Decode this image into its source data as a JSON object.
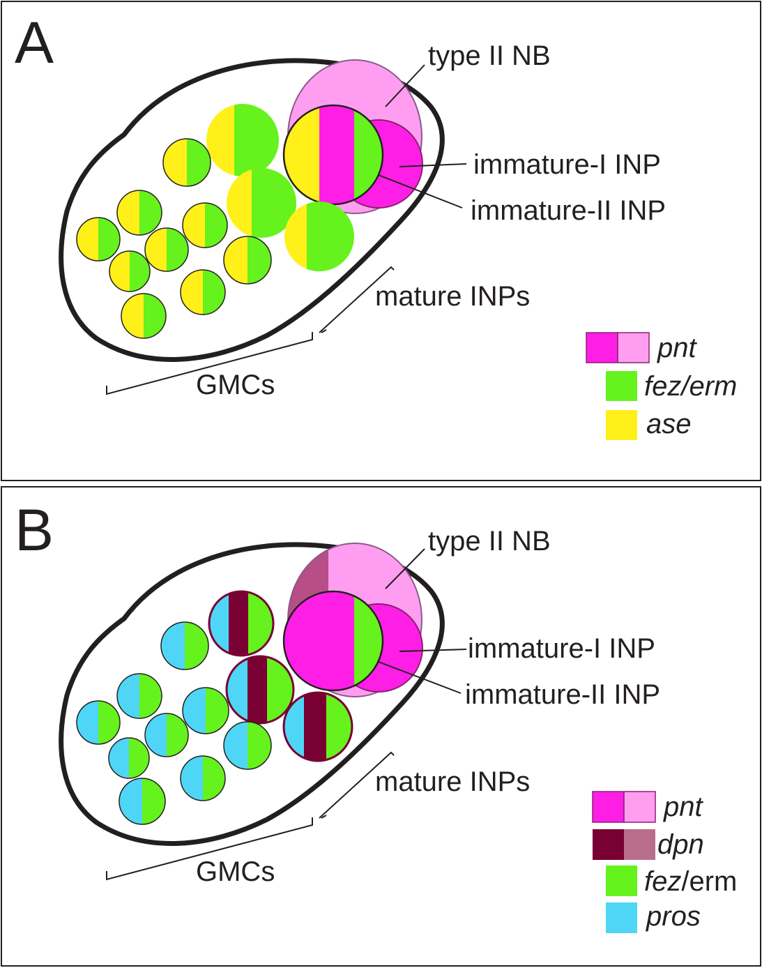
{
  "colors": {
    "pnt": "#ff1ee6",
    "pnt_light": "#ff9ef0",
    "fez_erm": "#66f21c",
    "ase": "#fff01a",
    "dpn": "#780032",
    "dpn_light": "#b86e8a",
    "pros": "#4fd6f7",
    "outline": "#231f20"
  },
  "panel_a": {
    "letter": "A",
    "labels": {
      "type_ii_nb": "type II NB",
      "immature_i": "immature-I INP",
      "immature_ii": "immature-II INP",
      "mature": "mature INPs",
      "gmcs": "GMCs"
    },
    "legend": [
      {
        "name": "pnt",
        "swatches": [
          "pnt",
          "pnt_light"
        ]
      },
      {
        "name": "fez/erm",
        "swatches": [
          "fez_erm"
        ]
      },
      {
        "name": "ase",
        "swatches": [
          "ase"
        ]
      }
    ]
  },
  "panel_b": {
    "letter": "B",
    "labels": {
      "type_ii_nb": "type II NB",
      "immature_i": "immature-I INP",
      "immature_ii": "immature-II INP",
      "mature": "mature INPs",
      "gmcs": "GMCs"
    },
    "legend": [
      {
        "name": "pnt",
        "swatches": [
          "pnt",
          "pnt_light"
        ]
      },
      {
        "name": "dpn",
        "swatches": [
          "dpn",
          "dpn_light"
        ]
      },
      {
        "name_italic": "fez",
        "name_rest": "/erm",
        "swatches": [
          "fez_erm"
        ]
      },
      {
        "name": "pros",
        "swatches": [
          "pros"
        ]
      }
    ]
  }
}
